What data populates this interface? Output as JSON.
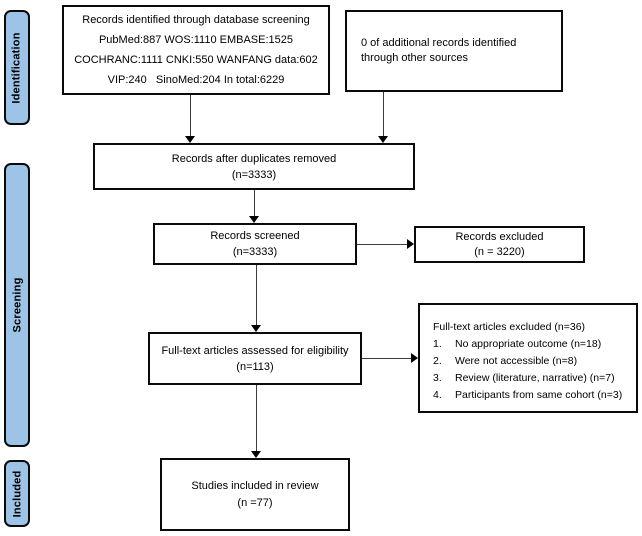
{
  "sidebar": {
    "fill_color": "#9dc3e6",
    "labels": [
      {
        "label": "Identification"
      },
      {
        "label": "Screening"
      },
      {
        "label": "Included"
      }
    ]
  },
  "boxes": {
    "database": {
      "line1": "Records identified through database screening",
      "line2": "PubMed:887 WOS:1110 EMBASE:1525",
      "line3": "COCHRANC:1111 CNKI:550 WANFANG data:602",
      "line4": "VIP:240   SinoMed:204 In total:6229"
    },
    "other_sources": {
      "text": "0 of additional records identified through other sources"
    },
    "duplicates_removed": {
      "line1": "Records after duplicates removed",
      "line2": "(n=3333)"
    },
    "records_screened": {
      "line1": "Records screened",
      "line2": "(n=3333)"
    },
    "records_excluded": {
      "line1": "Records excluded",
      "line2": "(n = 3220)"
    },
    "fulltext_assessed": {
      "line1": "Full-text articles assessed for eligibility",
      "line2": "(n=113)"
    },
    "fulltext_excluded": {
      "header": "Full-text articles excluded (n=36)",
      "items": [
        {
          "num": "1.",
          "text": "No appropriate outcome (n=18)"
        },
        {
          "num": "2.",
          "text": "Were not accessible (n=8)"
        },
        {
          "num": "3.",
          "text": "Review (literature, narrative) (n=7)"
        },
        {
          "num": "4.",
          "text": "Participants from same cohort (n=3)"
        }
      ]
    },
    "studies_included": {
      "line1": "Studies included in review",
      "line2": "(n =77)"
    }
  }
}
